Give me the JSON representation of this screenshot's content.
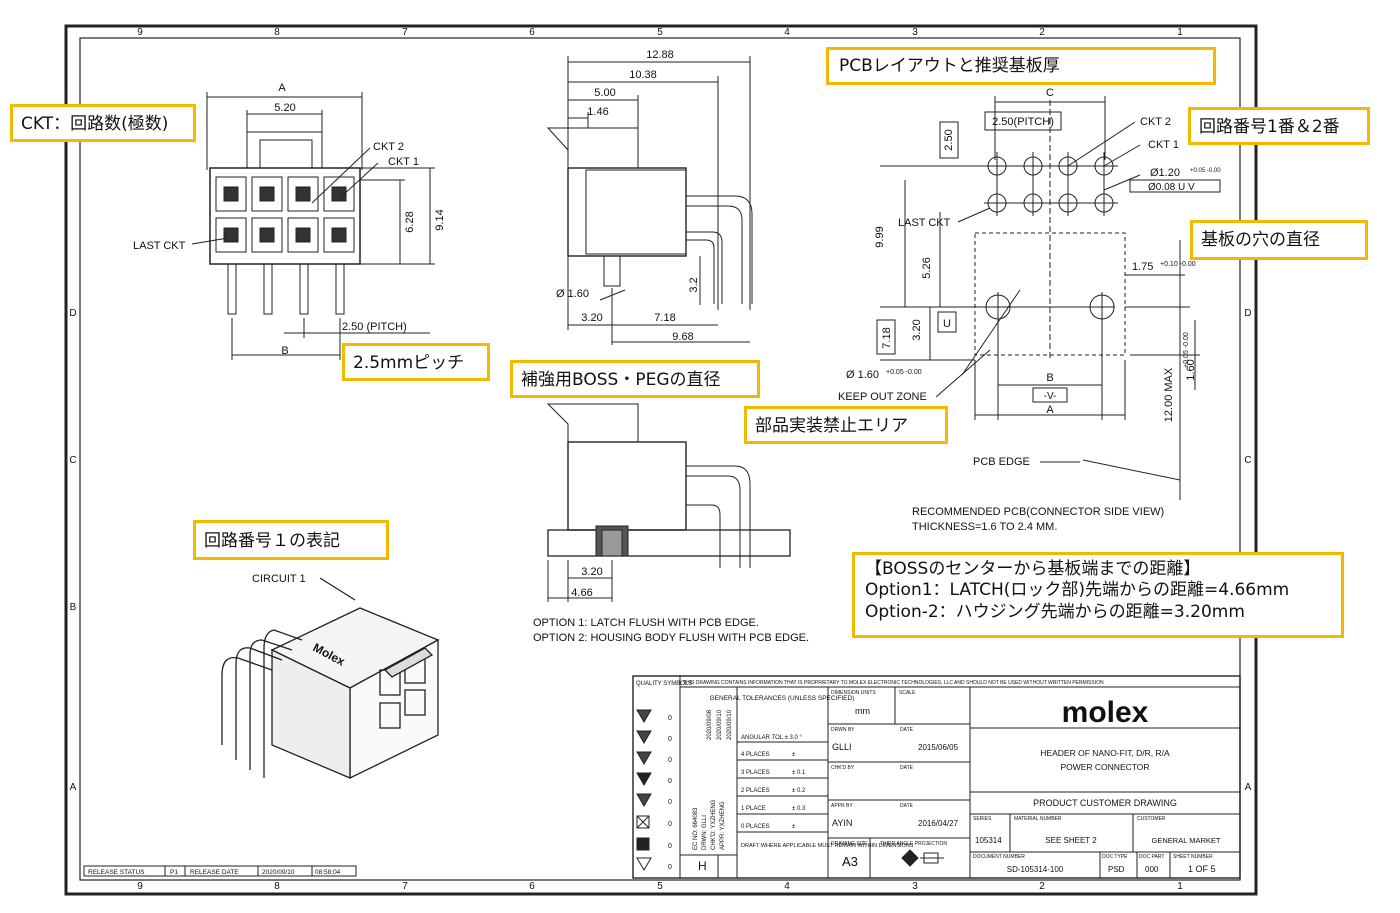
{
  "border": {
    "cols_top": [
      "9",
      "8",
      "7",
      "6",
      "5",
      "4",
      "3",
      "2",
      "1"
    ],
    "cols_bottom": [
      "9",
      "8",
      "7",
      "6",
      "5",
      "4",
      "3",
      "2",
      "1"
    ],
    "rows": [
      "D",
      "C",
      "B",
      "A"
    ]
  },
  "front_view": {
    "dim_a": "A",
    "dim_520": "5.20",
    "ckt2": "CKT 2",
    "ckt1": "CKT 1",
    "dim_914": "9.14",
    "dim_628": "6.28",
    "last_ckt": "LAST CKT",
    "pitch": "2.50 (PITCH)",
    "dim_b": "B"
  },
  "side_view": {
    "d1288": "12.88",
    "d1038": "10.38",
    "d500": "5.00",
    "d146": "1.46",
    "d160": "Ø 1.60",
    "d32": "3.2",
    "d320": "3.20",
    "d718": "7.18",
    "d968": "9.68"
  },
  "option_view": {
    "d320": "3.20",
    "d466": "4.66",
    "opt1": "OPTION 1: LATCH FLUSH WITH PCB EDGE.",
    "opt2": "OPTION 2: HOUSING BODY FLUSH WITH PCB EDGE."
  },
  "pcb_view": {
    "dim_c": "C",
    "pitch": "2.50(PITCH)",
    "d250": "2.50",
    "ckt2": "CKT 2",
    "ckt1": "CKT 1",
    "hole_dia": "Ø1.20",
    "hole_tol": "+0.05 -0.00",
    "tol_frame": "Ø0.08 U V",
    "last_ckt": "LAST CKT",
    "d999": "9.99",
    "d526": "5.26",
    "d175": "1.75",
    "d175_tol": "+0.10 -0.00",
    "d718": "7.18",
    "d320": "3.20",
    "datum_u": "U",
    "boss_dia": "Ø 1.60",
    "boss_tol": "+0.05 -0.00",
    "keep_out": "KEEP OUT ZONE",
    "dim_b": "B",
    "datum_v": "-V-",
    "dim_a": "A",
    "d1200": "12.00 MAX",
    "d160": "1.60",
    "d160_tol": "+0.05 -0.00",
    "pcb_edge": "PCB EDGE",
    "recommended": "RECOMMENDED PCB(CONNECTOR SIDE VIEW)",
    "thickness": "THICKNESS=1.6 TO 2.4 MM."
  },
  "iso_view": {
    "circuit1": "CIRCUIT 1",
    "brand_mark": "Molex"
  },
  "callouts": {
    "ckt": "CKT：回路数(極数)",
    "pcb_layout": "PCBレイアウトと推奨基板厚",
    "circuit_no": "回路番号1番＆2番",
    "hole_dia": "基板の穴の直径",
    "pitch": "2.5mmピッチ",
    "boss_peg": "補強用BOSS・PEGの直径",
    "keep_out": "部品実装禁止エリア",
    "circuit1_mark": "回路番号１の表記",
    "boss_title": "【BOSSのセンターから基板端までの距離】",
    "boss_opt1": "Option1：LATCH(ロック部)先端からの距離=4.66mm",
    "boss_opt2": "Option-2：ハウジング先端からの距離=3.20mm"
  },
  "title_block": {
    "proprietary": "THIS DRAWING CONTAINS INFORMATION THAT IS PROPRIETARY TO MOLEX ELECTRONIC TECHNOLOGIES, LLC AND SHOULD NOT BE USED WITHOUT WRITTEN PERMISSION",
    "quality": "QUALITY SYMBOLS",
    "gen_tol": "GENERAL TOLERANCES (UNLESS SPECIFIED)",
    "angular": "ANGULAR TOL ± 3.0 °",
    "places": [
      {
        "label": "4 PLACES",
        "val": "±"
      },
      {
        "label": "3 PLACES",
        "val": "± 0.1"
      },
      {
        "label": "2 PLACES",
        "val": "± 0.2"
      },
      {
        "label": "1 PLACE",
        "val": "± 0.3"
      },
      {
        "label": "0 PLACES",
        "val": "±"
      }
    ],
    "draft": "DRAFT WHERE APPLICABLE MUST REMAIN WITHIN DIMENSIONS",
    "units_label": "DIMENSION UNITS",
    "units": "mm",
    "scale_label": "SCALE",
    "drawn_label": "DRWN BY",
    "drawn": "GLLI",
    "drawn_date": "2015/06/05",
    "chk_label": "CHK'D BY",
    "appr_label": "APPR BY",
    "appr": "AYIN",
    "appr_date": "2016/04/27",
    "date_label": "DATE",
    "size_label": "DRAWING SIZE",
    "size": "A3",
    "projection": "THIRD ANGLE PROJECTION",
    "logo": "molex",
    "desc1": "HEADER OF NANO-FIT, D/R, R/A",
    "desc2": "POWER CONNECTOR",
    "doc_title": "PRODUCT CUSTOMER DRAWING",
    "series_label": "SERIES",
    "series": "105314",
    "material_label": "MATERIAL NUMBER",
    "material": "SEE SHEET 2",
    "customer_label": "CUSTOMER",
    "customer": "GENERAL MARKET",
    "docnum_label": "DOCUMENT NUMBER",
    "docnum": "SD-105314-100",
    "doctype_label": "DOC TYPE",
    "doctype": "PSD",
    "docpart_label": "DOC PART",
    "docpart": "000",
    "sheet_label": "SHEET NUMBER",
    "sheet": "1 OF 5",
    "rev": "H",
    "ec_no": "EC NO: 664083",
    "drwn_v": "DRWN: GLLI",
    "chkd_v": "CHK'D: YXZHENG",
    "appr_v": "APPR: YXZHENG",
    "dates_v": [
      "2020/09/08",
      "2020/09/10",
      "2020/09/10"
    ],
    "release_status": "RELEASE STATUS",
    "p1": "P1",
    "release_date": "RELEASE DATE",
    "release_val1": "2020/09/10",
    "release_val2": "08:58:04",
    "zero": "0"
  }
}
